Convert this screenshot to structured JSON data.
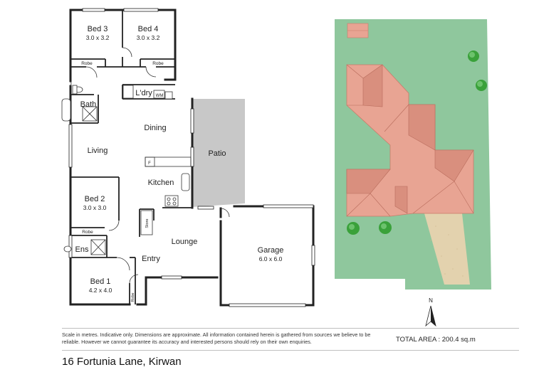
{
  "rooms": {
    "bed3": {
      "name": "Bed 3",
      "dims": "3.0 x 3.2"
    },
    "bed4": {
      "name": "Bed 4",
      "dims": "3.0 x 3.2"
    },
    "robe3": "Robe",
    "robe4": "Robe",
    "ldry": "L'dry",
    "wm": "WM",
    "bath": "Bath",
    "dining": "Dining",
    "living": "Living",
    "patio": "Patio",
    "fridge": "F",
    "kitchen": "Kitchen",
    "bed2": {
      "name": "Bed 2",
      "dims": "3.0 x 3.0"
    },
    "robe2": "Robe",
    "store": "Store",
    "lounge": "Lounge",
    "ens": "Ens",
    "entry": "Entry",
    "bed1": {
      "name": "Bed 1",
      "dims": "4.2 x 4.0"
    },
    "robe1": "Robe",
    "garage": {
      "name": "Garage",
      "dims": "6.0 x 6.0"
    }
  },
  "compass": {
    "north": "N"
  },
  "disclaimer": "Scale in metres. Indicative only. Dimensions are approximate. All information contained herein is gathered from sources we believe to be reliable. However we cannot guarantee its accuracy and interested persons should rely on their own enquiries.",
  "total_area": "TOTAL AREA : 200.4 sq.m",
  "address": "16 Fortunia Lane, Kirwan",
  "colors": {
    "wall": "#222222",
    "patio": "#c8c8c8",
    "lawn": "#8fc79d",
    "roof": "#e8a493",
    "roof_shade": "#c97b6a",
    "driveway": "#e0cda9",
    "tree": "#3aa13a"
  }
}
